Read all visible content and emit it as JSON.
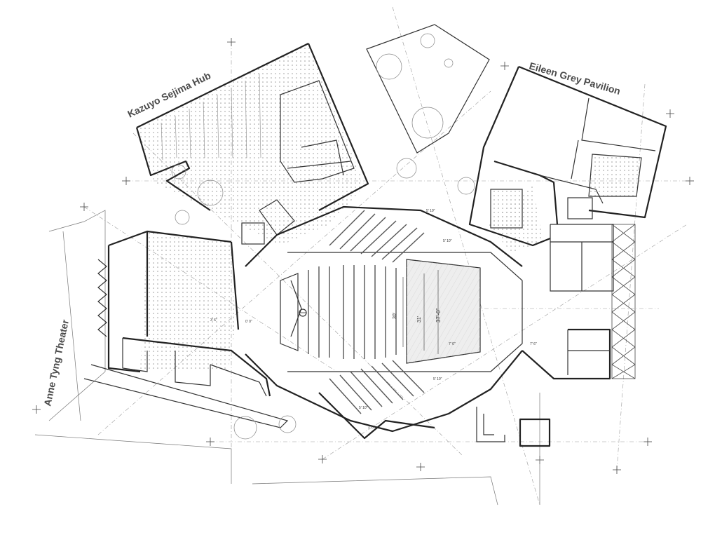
{
  "labels": {
    "kazuyo": "Kazuyo Sejima Hub",
    "eileen": "Eileen Grey Pavilion",
    "anne": "Anne Tyng Theater"
  },
  "dimensions": {
    "d1": "30'",
    "d2": "31'",
    "d3": "37'-0\"",
    "e1": "5' 10\"",
    "e2": "5' 10\"",
    "e3": "5' 10\"",
    "e4": "5' 10\"",
    "e5": "7' 0\"",
    "e6": "7' 6\"",
    "e7": "3' 6\"",
    "e8": "2' 0\"",
    "e9": "0' 0\""
  },
  "colors": {
    "wall": "#222222",
    "label": "#4a4a4a",
    "hatch": "#9a9a9a"
  }
}
